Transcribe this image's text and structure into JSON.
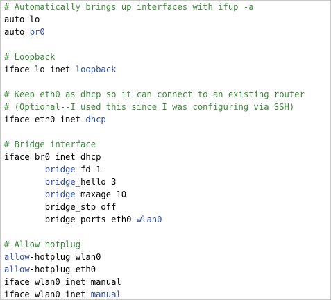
{
  "code": {
    "colors": {
      "comment": "#3a8a3a",
      "keyword": "#2f4fa8",
      "text": "#000000",
      "border": "#c8c8c8"
    },
    "lines": [
      [
        {
          "t": "# Automatically brings up interfaces with ifup -a",
          "c": "comment"
        }
      ],
      [
        {
          "t": "auto lo",
          "c": "plain"
        }
      ],
      [
        {
          "t": "auto ",
          "c": "plain"
        },
        {
          "t": "br0",
          "c": "kw"
        }
      ],
      [],
      [
        {
          "t": "# Loopback",
          "c": "comment"
        }
      ],
      [
        {
          "t": "iface lo inet ",
          "c": "plain"
        },
        {
          "t": "loopback",
          "c": "kw"
        }
      ],
      [],
      [
        {
          "t": "# Keep eth0 as dhcp so it can connect to an existing router",
          "c": "comment"
        }
      ],
      [
        {
          "t": "# (Optional--I used this since I was configuring via SSH)",
          "c": "comment"
        }
      ],
      [
        {
          "t": "iface eth0 inet ",
          "c": "plain"
        },
        {
          "t": "dhcp",
          "c": "kw"
        }
      ],
      [],
      [
        {
          "t": "# Bridge interface",
          "c": "comment"
        }
      ],
      [
        {
          "t": "iface br0 inet dhcp",
          "c": "plain"
        }
      ],
      [
        {
          "t": "        ",
          "c": "plain"
        },
        {
          "t": "bridge",
          "c": "kw"
        },
        {
          "t": "_fd 1",
          "c": "plain"
        }
      ],
      [
        {
          "t": "        ",
          "c": "plain"
        },
        {
          "t": "bridge",
          "c": "kw"
        },
        {
          "t": "_hello 3",
          "c": "plain"
        }
      ],
      [
        {
          "t": "        ",
          "c": "plain"
        },
        {
          "t": "bridge",
          "c": "kw"
        },
        {
          "t": "_maxage 10",
          "c": "plain"
        }
      ],
      [
        {
          "t": "        bridge_stp off",
          "c": "plain"
        }
      ],
      [
        {
          "t": "        bridge_ports eth0 ",
          "c": "plain"
        },
        {
          "t": "wlan0",
          "c": "kw"
        }
      ],
      [],
      [
        {
          "t": "# Allow hotplug",
          "c": "comment"
        }
      ],
      [
        {
          "t": "allow",
          "c": "kw"
        },
        {
          "t": "-hotplug wlan0",
          "c": "plain"
        }
      ],
      [
        {
          "t": "allow",
          "c": "kw"
        },
        {
          "t": "-hotplug eth0",
          "c": "plain"
        }
      ],
      [
        {
          "t": "iface wlan0 inet manual",
          "c": "plain"
        }
      ],
      [
        {
          "t": "iface wlan0 inet ",
          "c": "plain"
        },
        {
          "t": "manual",
          "c": "kw"
        }
      ]
    ]
  }
}
